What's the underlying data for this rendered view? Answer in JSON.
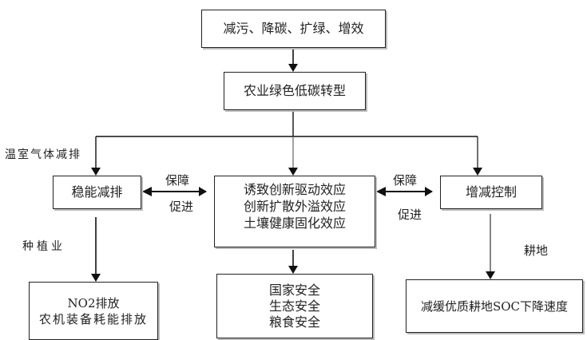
{
  "diagram": {
    "top_box": "减污、降碳、扩绿、增效",
    "goal_box": "农业绿色低碳转型",
    "left_box": "稳能减排",
    "center_box": {
      "lines": [
        "诱致创新驱动效应",
        "创新扩散外溢效应",
        "土壤健康固化效应"
      ]
    },
    "right_box": "增减控制",
    "bottom_left_box": {
      "lines": [
        "NO2排放",
        "农机装备耗能排放"
      ]
    },
    "bottom_center_box": {
      "lines": [
        "国家安全",
        "生态安全",
        "粮食安全"
      ]
    },
    "bottom_right_box": "减缓优质耕地SOC下降速度",
    "labels": {
      "greenhouse": "温室气体减排",
      "left_guarantee": "保障",
      "left_promote": "促进",
      "right_guarantee": "保障",
      "right_promote": "促进",
      "planting": "种植业",
      "farmland": "耕地"
    }
  }
}
